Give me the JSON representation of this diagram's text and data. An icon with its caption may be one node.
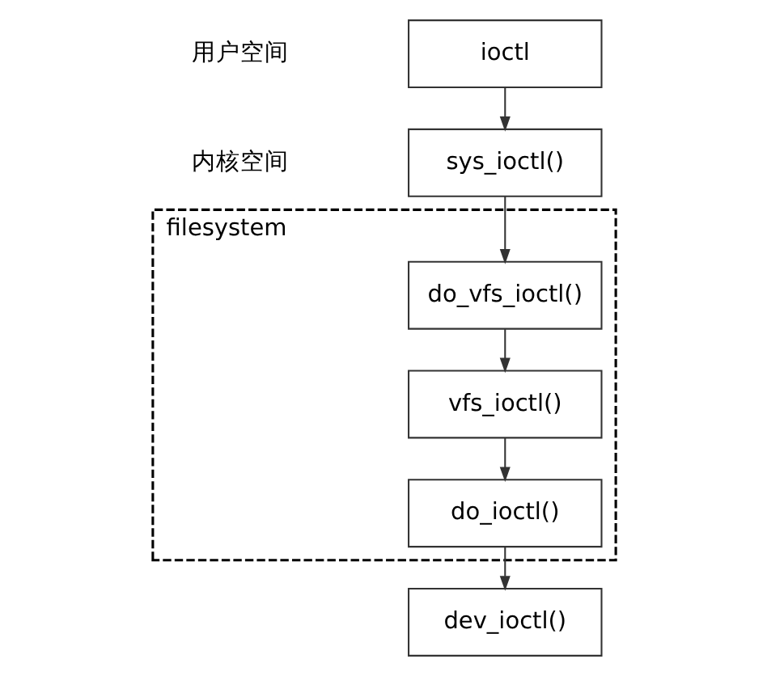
{
  "diagram": {
    "nodes": [
      {
        "text": [
          "ioctl"
        ]
      },
      {
        "text": [
          "sys_ioctl()"
        ]
      },
      {
        "text": [
          "filesystem"
        ]
      },
      {
        "text": [
          "do_vfs_ioctl()"
        ],
        "in": 2
      },
      {
        "text": [
          "vfs_ioctl()"
        ],
        "in": 2
      },
      {
        "text": [
          "do_ioctl()"
        ],
        "in": 2
      },
      {
        "text": [
          "dev_ioctl()"
        ]
      }
    ],
    "edges": [
      {
        "from": 0,
        "to": 1,
        "arrow": "to"
      },
      {
        "from": 1,
        "to": 3,
        "arrow": "to"
      },
      {
        "from": 3,
        "to": 4,
        "arrow": "to"
      },
      {
        "from": 4,
        "to": 5,
        "arrow": "to"
      },
      {
        "from": 5,
        "to": 6,
        "arrow": "to"
      }
    ],
    "labels": [
      "用户空间",
      "内核空间"
    ]
  }
}
